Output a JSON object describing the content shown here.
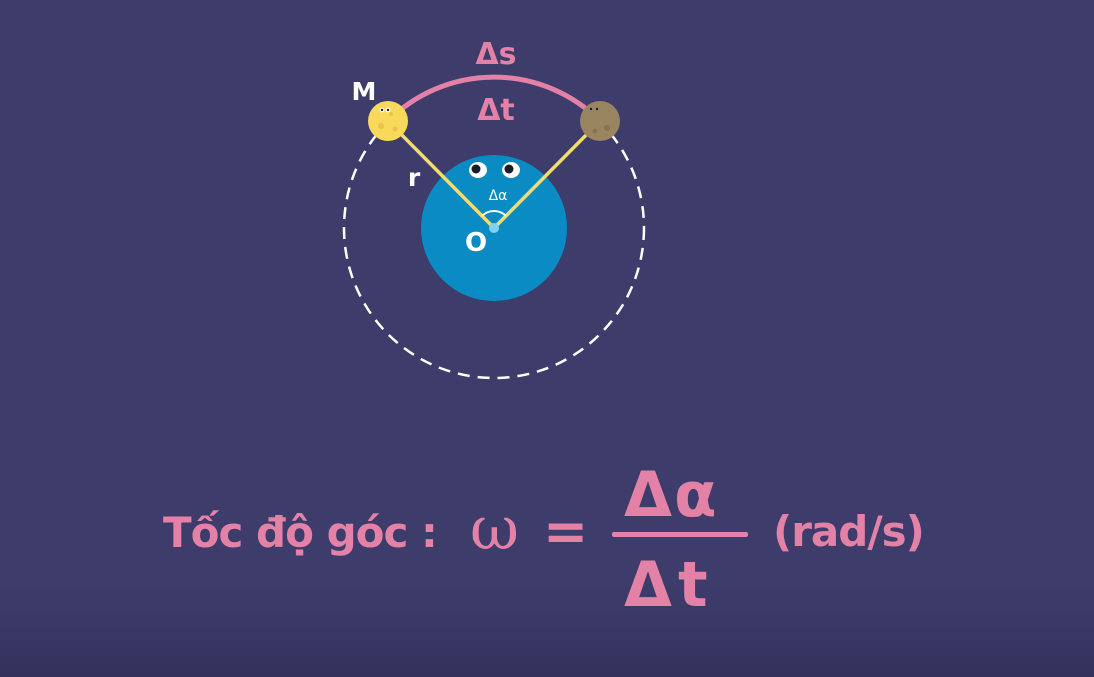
{
  "diagram": {
    "arc_label_top": "Δs",
    "arc_label_bottom": "Δt",
    "point_label": "M",
    "radius_label": "r",
    "center_label": "O",
    "angle_label": "Δα",
    "colors": {
      "background": "#3d3c6b",
      "planet": "#0a8bc4",
      "orbit": "#ffffff",
      "radius_lines": "#f2dc6e",
      "arc": "#e382a6",
      "moon_start": "#f8d95a",
      "moon_end": "#998560"
    },
    "icons": [
      "moon-icon",
      "planet-icon",
      "eye-icon"
    ]
  },
  "formula": {
    "label": "Tốc độ góc :",
    "symbol": "ω",
    "equals": "=",
    "numerator": "Δα",
    "denominator": "Δt",
    "unit": "(rad/s)"
  }
}
